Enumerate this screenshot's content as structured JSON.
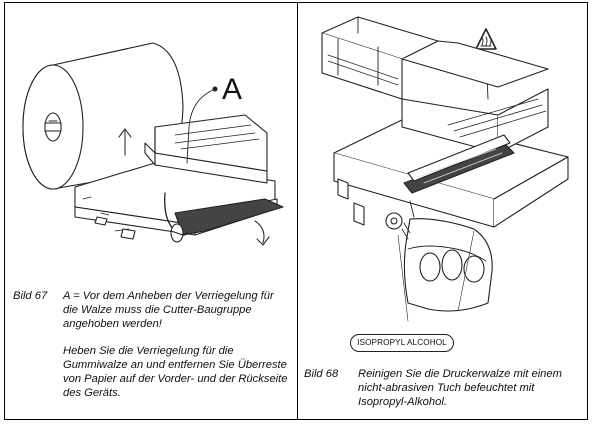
{
  "figure67": {
    "callout_label": "A",
    "number": "Bild 67",
    "paragraph1": "A  =  Vor dem Anheben der Verriegelung für die Walze muss die Cutter-Baugruppe angehoben werden!",
    "paragraph2": "Heben Sie die Verriegelung für die Gummiwalze an und entfernen Sie Überreste von Papier auf der Vorder- und der Rückseite des Geräts."
  },
  "figure68": {
    "solvent_label": "ISOPROPYL ALCOHOL",
    "warning_icon": "hot-surface-warning-icon",
    "number": "Bild 68",
    "caption": "Reinigen Sie die Druckerwalze mit einem nicht-abrasiven Tuch befeuchtet mit Isopropyl-Alkohol."
  }
}
